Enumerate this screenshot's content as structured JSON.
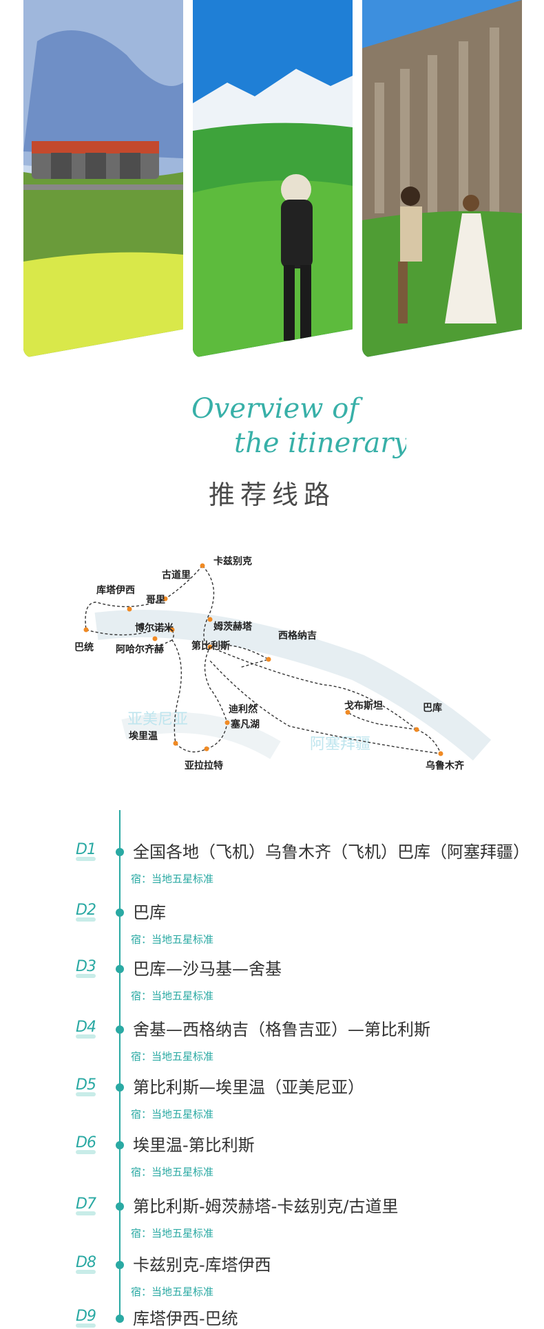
{
  "section": {
    "script_title_line1": "Overview of",
    "script_title_line2": "the itinerary",
    "title": "推荐线路"
  },
  "map": {
    "places": [
      "卡兹别克",
      "古道里",
      "库塔伊西",
      "哥里",
      "博尔诺米",
      "巴统",
      "阿哈尔齐赫",
      "姆茨赫塔",
      "西格纳吉",
      "第比利斯",
      "迪利然",
      "塞凡湖",
      "戈布斯坦",
      "巴库",
      "埃里温",
      "亚拉拉特",
      "乌鲁木齐"
    ],
    "countries": [
      "亚美尼亚",
      "阿塞拜疆"
    ]
  },
  "itinerary": [
    {
      "code": "D1",
      "route": "全国各地（飞机）乌鲁木齐（飞机）巴库（阿塞拜疆）",
      "hotel": "宿：当地五星标准"
    },
    {
      "code": "D2",
      "route": "巴库",
      "hotel": "宿：当地五星标准"
    },
    {
      "code": "D3",
      "route": "巴库—沙马基—舍基",
      "hotel": "宿：当地五星标准"
    },
    {
      "code": "D4",
      "route": "舍基—西格纳吉（格鲁吉亚）—第比利斯",
      "hotel": "宿：当地五星标准"
    },
    {
      "code": "D5",
      "route": "第比利斯—埃里温（亚美尼亚）",
      "hotel": "宿：当地五星标准"
    },
    {
      "code": "D6",
      "route": "埃里温-第比利斯",
      "hotel": "宿：当地五星标准"
    },
    {
      "code": "D7",
      "route": "第比利斯-姆茨赫塔-卡兹别克/古道里",
      "hotel": "宿：当地五星标准"
    },
    {
      "code": "D8",
      "route": "卡兹别克-库塔伊西",
      "hotel": "宿：当地五星标准"
    },
    {
      "code": "D9",
      "route": "库塔伊西-巴统",
      "hotel": ""
    }
  ]
}
